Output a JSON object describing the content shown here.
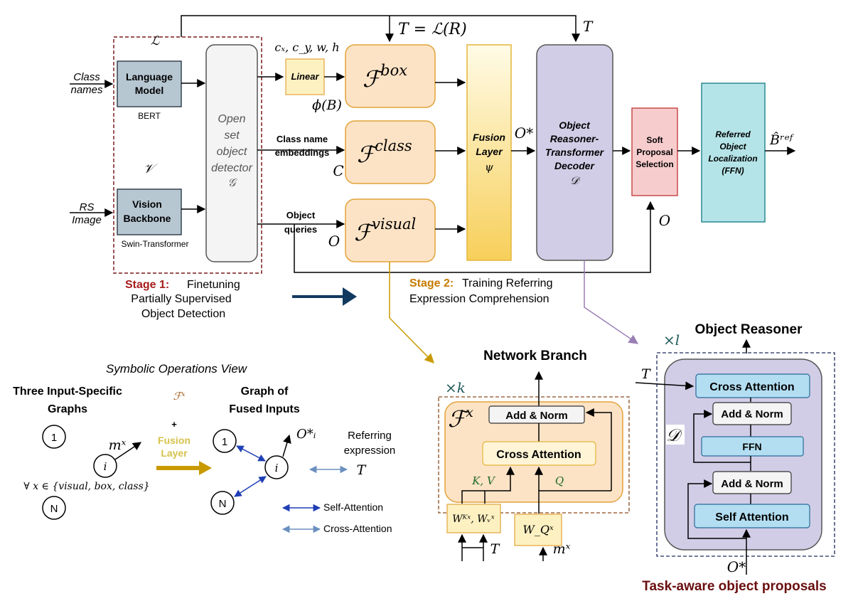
{
  "colors": {
    "stage1_accent": "#a61c1c",
    "stage2_accent": "#c57a00",
    "big_arrow": "#123a60",
    "fusion_arrow": "#c99a00",
    "self_attention": "#1f3fb5",
    "cross_attention": "#6b8fc0",
    "dashed_stage": "#7a1a1a",
    "box_orange_fill": "#fde3c5",
    "box_orange_stroke": "#e2a33a",
    "gray_box_fill": "#b7c7d2",
    "reasoner_fill": "#d1cde6",
    "soft_fill": "#f7cccd",
    "ffn_fill": "#b5e4e8",
    "attention_fill": "#b3def2"
  },
  "top": {
    "T_eq": "T = ℒ(R)",
    "T": "T",
    "L_symbol": "ℒ",
    "coords": "cₓ, c_y, w, h",
    "phi_B": "ϕ(B)",
    "C": "C",
    "O": "O",
    "O_star": "O*",
    "O_right": "O",
    "class_names": [
      "Class",
      "names"
    ],
    "rs_image": [
      "RS",
      "Image"
    ],
    "V_symbol": "𝒱"
  },
  "stage1": {
    "language_model": [
      "Language",
      "Model"
    ],
    "bert": "BERT",
    "vision_backbone": [
      "Vision",
      "Backbone"
    ],
    "swin": "Swin-Transformer",
    "detector": [
      "Open",
      "set",
      "object",
      "detector",
      "𝒢"
    ],
    "caption_bold": "Stage 1:",
    "caption": [
      "Finetuning",
      "Partially Supervised",
      "Object Detection"
    ]
  },
  "stage2": {
    "linear": "Linear",
    "f_box": "box",
    "f_class": "class",
    "f_visual": "visual",
    "class_embeddings": [
      "Class name",
      "embeddings"
    ],
    "object_queries": [
      "Object",
      "queries"
    ],
    "fusion": [
      "Fusion",
      "Layer",
      "ψ"
    ],
    "reasoner": [
      "Object",
      "Reasoner-",
      "Transformer",
      "Decoder",
      "𝒟"
    ],
    "soft": [
      "Soft",
      "Proposal",
      "Selection"
    ],
    "referred": [
      "Referred",
      "Object",
      "Localization",
      "(FFN)"
    ],
    "b_ref": "B̂ʳᵉᶠ",
    "caption_bold": "Stage 2:",
    "caption": [
      "Training Referring",
      "Expression Comprehension"
    ]
  },
  "symbolic": {
    "title": "Symbolic Operations View",
    "three_graphs": [
      "Three Input-Specific",
      "Graphs"
    ],
    "fx": "ℱˣ",
    "plus": "+",
    "fusion_label": [
      "Fusion",
      "Layer"
    ],
    "fused_graph": [
      "Graph of",
      "Fused Inputs"
    ],
    "node_1": "1",
    "node_i": "i",
    "node_n": "N",
    "m_x": "mˣ",
    "o_i": "O*ᵢ",
    "forall": "∀ x ∈ {visual, box, class}",
    "referring": [
      "Referring",
      "expression"
    ],
    "T": "T",
    "self_attention": "Self-Attention",
    "cross_attention": "Cross-Attention"
  },
  "network_branch": {
    "title": "Network Branch",
    "times_k": "×k",
    "fx": "x",
    "add_norm": "Add & Norm",
    "cross_attention": "Cross Attention",
    "kv": "K, V",
    "q": "Q",
    "w_kv": "Wᴷˣ, Wᵥˣ",
    "w_q": "W_Qˣ",
    "T": "T",
    "m_x": "mˣ"
  },
  "object_reasoner": {
    "title": "Object Reasoner",
    "times_l": "×l",
    "T": "T",
    "D": "𝒟",
    "cross_attention": "Cross Attention",
    "add_norm_1": "Add & Norm",
    "ffn": "FFN",
    "add_norm_2": "Add & Norm",
    "self_attention": "Self Attention",
    "o_star": "O*",
    "proposals": "Task-aware object proposals"
  }
}
